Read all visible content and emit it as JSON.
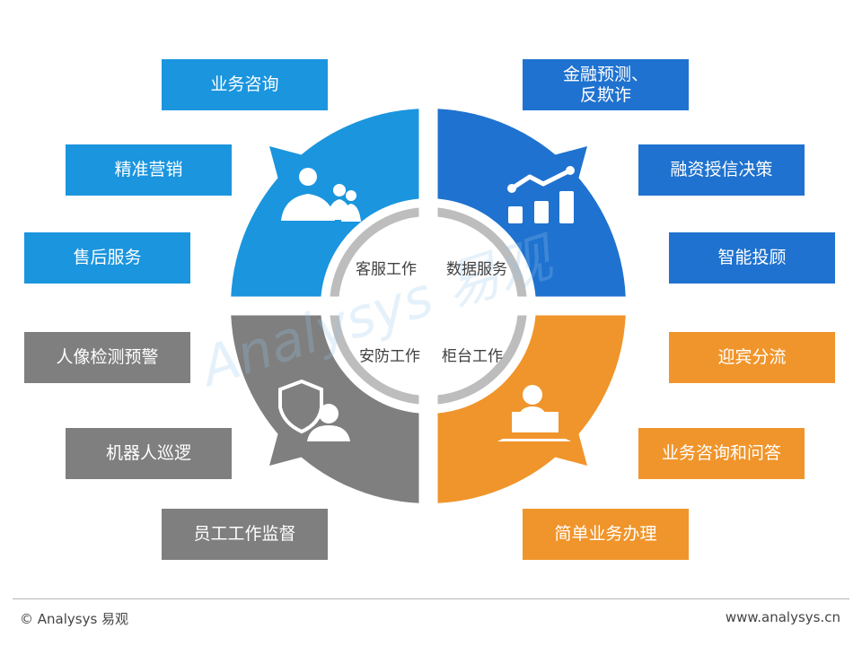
{
  "quadrants": [
    {
      "label": "客服工作",
      "icon": "customers-icon",
      "color": "#1a95de",
      "items": [
        "业务咨询",
        "精准营销",
        "售后服务"
      ]
    },
    {
      "label": "数据服务",
      "icon": "chart-growth-icon",
      "color": "#1f72cf",
      "items": [
        "金融预测、\n反欺诈",
        "融资授信决策",
        "智能投顾"
      ]
    },
    {
      "label": "安防工作",
      "icon": "security-guard-icon",
      "color": "#7f7f7f",
      "items": [
        "人像检测预警",
        "机器人巡逻",
        "员工工作监督"
      ]
    },
    {
      "label": "柜台工作",
      "icon": "counter-staff-icon",
      "color": "#f0952b",
      "items": [
        "迎宾分流",
        "业务咨询和问答",
        "简单业务办理"
      ]
    }
  ],
  "watermark": "Analysys 易观",
  "footer": {
    "copyright": "© Analysys 易观",
    "website": "www.analysys.cn"
  }
}
